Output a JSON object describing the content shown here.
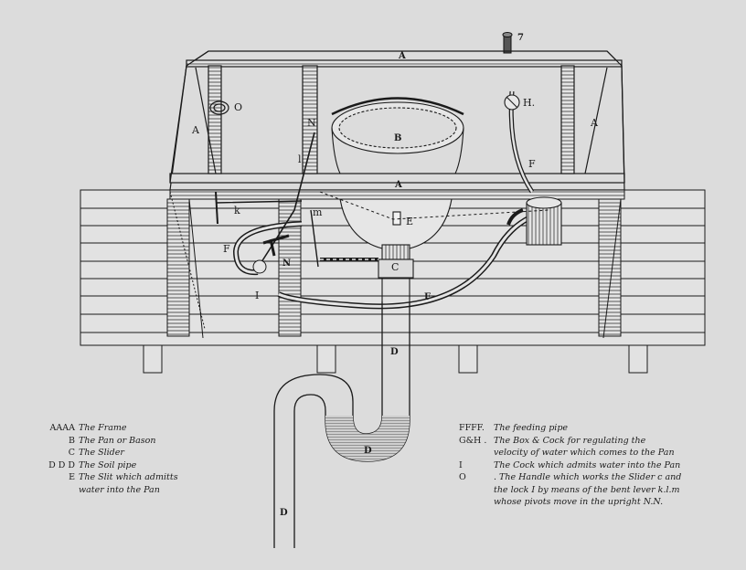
{
  "figure": {
    "background": "#dcdcdc",
    "ink": "#1a1a1a",
    "labels": {
      "frame_top": "A",
      "frame_mid": "A",
      "frame_left": "A",
      "frame_right": "A",
      "basin": "B",
      "slider": "C",
      "pipe_f_right": "F",
      "pipe_f_left": "F",
      "pipe_f_bottom": "F",
      "handle": "O",
      "cock_h": "H.",
      "cock_i": "I",
      "upright_n_top": "N",
      "upright_n_bottom": "N",
      "lever_k": "k",
      "lever_l": "l",
      "lever_m": "m",
      "slit_e": "E",
      "soil_d_upper": "D",
      "soil_d_trap": "D",
      "soil_d_lower": "D",
      "supply_7": "7"
    }
  },
  "legend_left": [
    {
      "key": "AAAA",
      "text": "The Frame"
    },
    {
      "key": "B",
      "text": "The Pan or Bason"
    },
    {
      "key": "C",
      "text": "The Slider"
    },
    {
      "key": "D D D",
      "text": "The Soil pipe"
    },
    {
      "key": "E",
      "text": "The Slit which admitts"
    },
    {
      "key": "",
      "text": "water into the Pan"
    }
  ],
  "legend_right": [
    {
      "key": "FFFF.",
      "text": "The feeding pipe"
    },
    {
      "key": "G&H .",
      "text": "The Box & Cock for regulating the"
    },
    {
      "key": "",
      "text": "velocity of water which comes to the Pan"
    },
    {
      "key": "I",
      "text": "The Cock which admits water into the Pan"
    },
    {
      "key": "O",
      "text": ". The Handle which works the Slider c and"
    },
    {
      "key": "",
      "text": "the lock I by means of the bent lever k.l.m"
    },
    {
      "key": "",
      "text": "whose pivots move in the upright N.N."
    }
  ]
}
